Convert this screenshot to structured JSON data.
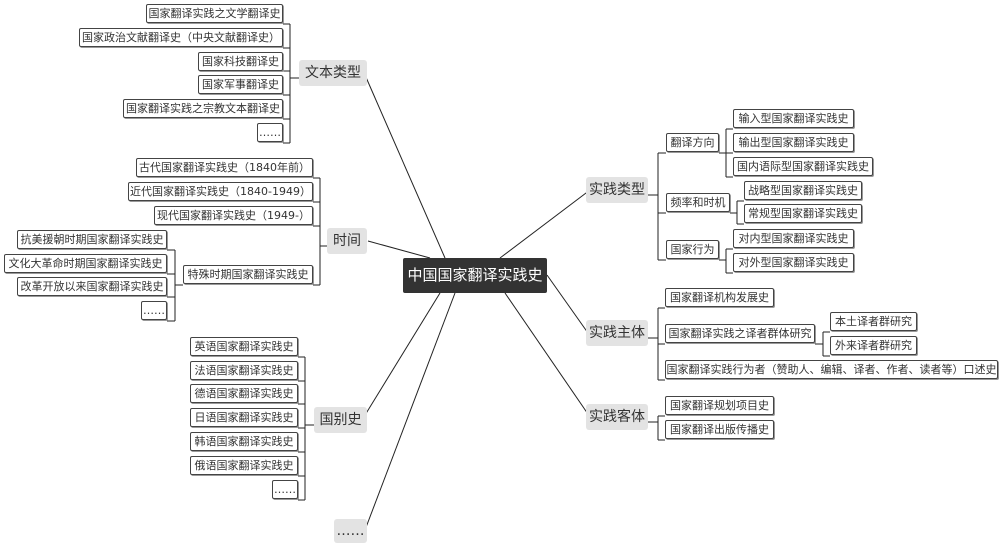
{
  "root": {
    "label": "中国国家翻译实践史"
  },
  "left": [
    {
      "label": "文本类型",
      "children": [
        {
          "label": "国家翻译实践之文学翻译史"
        },
        {
          "label": "国家政治文献翻译史（中央文献翻译史）"
        },
        {
          "label": "国家科技翻译史"
        },
        {
          "label": "国家军事翻译史"
        },
        {
          "label": "国家翻译实践之宗教文本翻译史"
        },
        {
          "label": "……"
        }
      ]
    },
    {
      "label": "时间",
      "children": [
        {
          "label": "古代国家翻译实践史（1840年前）"
        },
        {
          "label": "近代国家翻译实践史（1840-1949）"
        },
        {
          "label": "现代国家翻译实践史（1949-）"
        },
        {
          "label": "特殊时期国家翻译实践史",
          "children": [
            {
              "label": "抗美援朝时期国家翻译实践史"
            },
            {
              "label": "文化大革命时期国家翻译实践史"
            },
            {
              "label": "改革开放以来国家翻译实践史"
            },
            {
              "label": "……"
            }
          ]
        }
      ]
    },
    {
      "label": "国别史",
      "children": [
        {
          "label": "英语国家翻译实践史"
        },
        {
          "label": "法语国家翻译实践史"
        },
        {
          "label": "德语国家翻译实践史"
        },
        {
          "label": "日语国家翻译实践史"
        },
        {
          "label": "韩语国家翻译实践史"
        },
        {
          "label": "俄语国家翻译实践史"
        },
        {
          "label": "……"
        }
      ]
    },
    {
      "label": "……"
    }
  ],
  "right": [
    {
      "label": "实践类型",
      "children": [
        {
          "label": "翻译方向",
          "children": [
            {
              "label": "输入型国家翻译实践史"
            },
            {
              "label": "输出型国家翻译实践史"
            },
            {
              "label": "国内语际型国家翻译实践史"
            }
          ]
        },
        {
          "label": "频率和时机",
          "children": [
            {
              "label": "战略型国家翻译实践史"
            },
            {
              "label": "常规型国家翻译实践史"
            }
          ]
        },
        {
          "label": "国家行为",
          "children": [
            {
              "label": "对内型国家翻译实践史"
            },
            {
              "label": "对外型国家翻译实践史"
            }
          ]
        }
      ]
    },
    {
      "label": "实践主体",
      "children": [
        {
          "label": "国家翻译机构发展史"
        },
        {
          "label": "国家翻译实践之译者群体研究",
          "children": [
            {
              "label": "本土译者群研究"
            },
            {
              "label": "外来译者群研究"
            }
          ]
        },
        {
          "label": "国家翻译实践行为者（赞助人、编辑、译者、作者、读者等）口述史"
        }
      ]
    },
    {
      "label": "实践客体",
      "children": [
        {
          "label": "国家翻译规划项目史"
        },
        {
          "label": "国家翻译出版传播史"
        }
      ]
    }
  ]
}
